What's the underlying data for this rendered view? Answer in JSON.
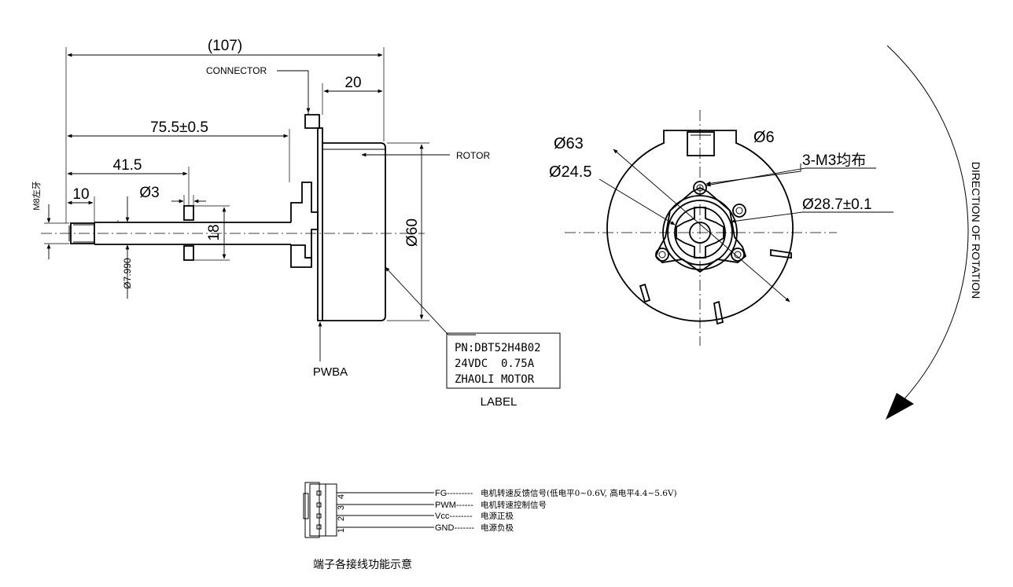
{
  "dimensions": {
    "overall_length": "(107)",
    "rotor_length": "20",
    "to_pwba": "75.5±0.5",
    "to_pin": "41.5",
    "thread_length": "10",
    "pin_dia": "Ø3",
    "pin_span": "18",
    "shaft_dia": "Ø7.990",
    "thread_spec": "M8左牙",
    "rotor_dia": "Ø60"
  },
  "front_view": {
    "d_outer": "Ø63",
    "d_hole": "Ø6",
    "screws": "3-M3均布",
    "d_hub": "Ø24.5",
    "d_pcd": "Ø28.7±0.1"
  },
  "callouts": {
    "connector": "CONNECTOR",
    "rotor": "ROTOR",
    "pwba": "PWBA",
    "label_caption": "LABEL",
    "rotation": "DIRECTION OF ROTATION"
  },
  "label_box": {
    "line1": "PN:DBT52H4B02",
    "line2": "24VDC  0.75A",
    "line3": "ZHAOLI MOTOR"
  },
  "pinout": {
    "pin_numbers": [
      "4",
      "3",
      "2",
      "1"
    ],
    "rows": [
      {
        "signal": "FG---------",
        "desc": "电机转速反馈信号(低电平0~0.6V, 高电平4.4~5.6V)"
      },
      {
        "signal": "PWM------",
        "desc": "电机转速控制信号"
      },
      {
        "signal": "Vcc--------",
        "desc": "电源正极"
      },
      {
        "signal": "GND-------",
        "desc": "电源负极"
      }
    ],
    "caption": "端子各接线功能示意"
  }
}
